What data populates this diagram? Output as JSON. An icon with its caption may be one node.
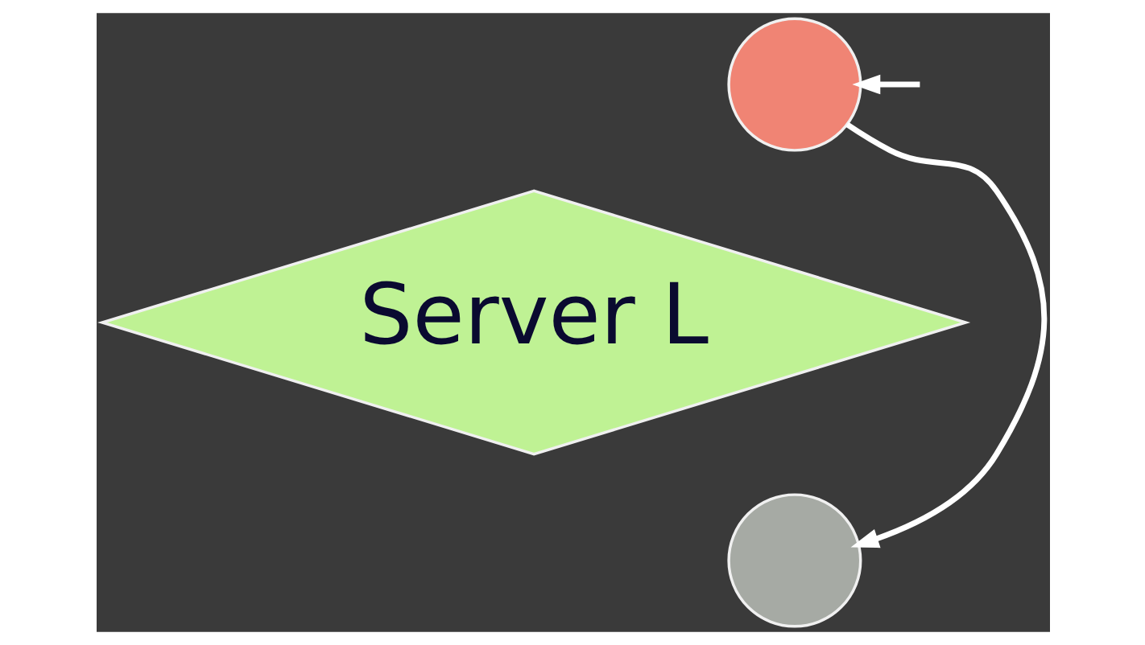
{
  "diagram": {
    "nodes": [
      {
        "text": [],
        "shape": "circle"
      },
      {
        "text": [
          "Server L"
        ]
      },
      {
        "text": [],
        "shape": "circle"
      }
    ],
    "edges": [
      {
        "from": 0,
        "to": 2,
        "arrow": "to"
      },
      {
        "from": null,
        "to": 0,
        "arrow": "to"
      }
    ]
  }
}
